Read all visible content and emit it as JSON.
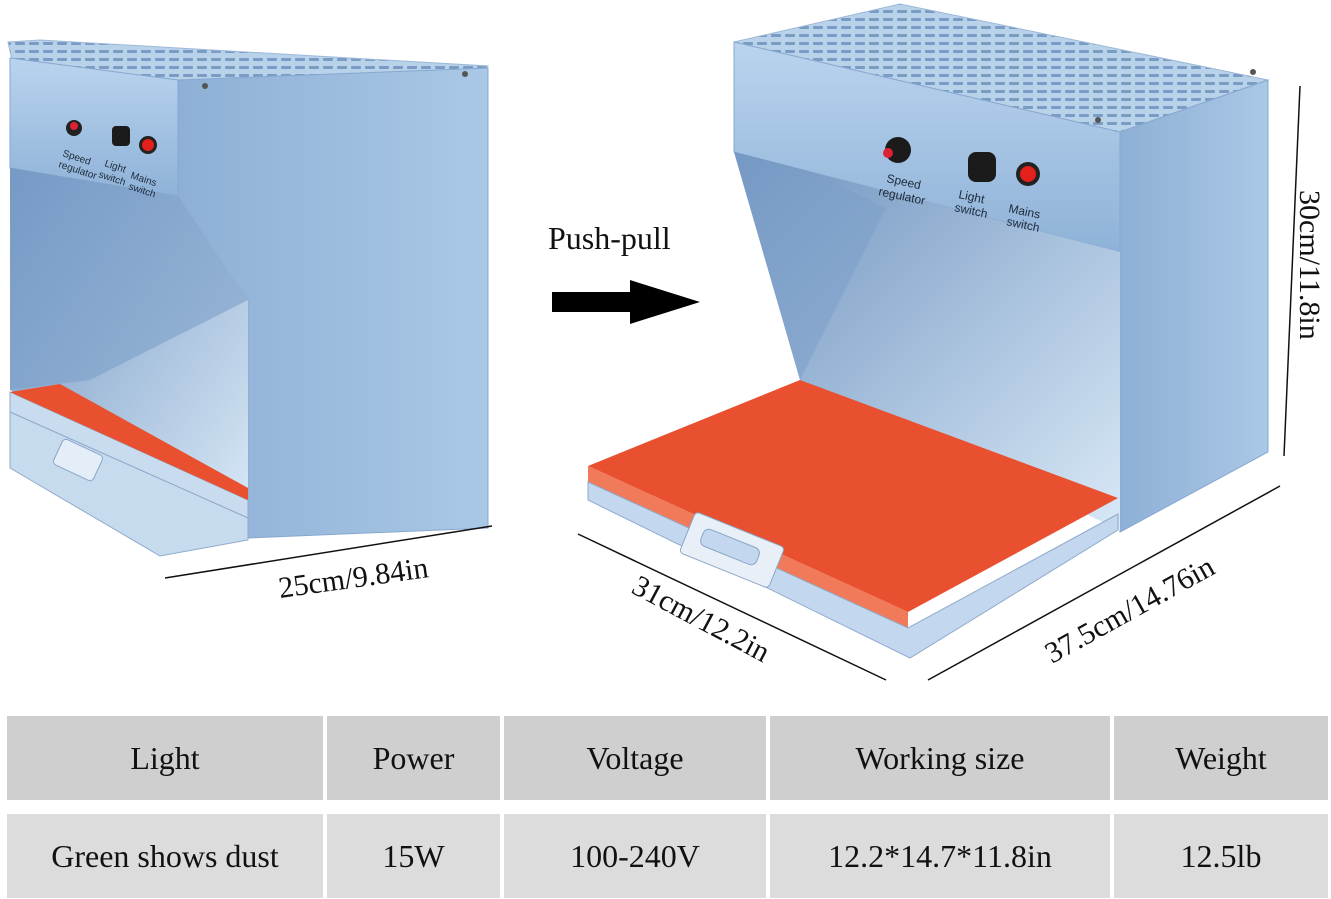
{
  "annotation": {
    "push_pull": "Push-pull",
    "width_left": "25cm/9.84in",
    "depth_right": "31cm/12.2in",
    "width_right": "37.5cm/14.76in",
    "height_right": "30cm/11.8in"
  },
  "panel_labels": {
    "speed_regulator_1": "Speed",
    "speed_regulator_2": "regulator",
    "light_switch_1": "Light",
    "light_switch_2": "switch",
    "mains_switch_1": "Mains",
    "mains_switch_2": "switch"
  },
  "specs": {
    "headers": [
      "Light",
      "Power",
      "Voltage",
      "Working size",
      "Weight"
    ],
    "values": [
      "Green shows dust",
      "15W",
      "100-240V",
      "12.2*14.7*11.8in",
      "12.5lb"
    ]
  },
  "colors": {
    "body_blue": "#a9c8e8",
    "body_blue_dark": "#8fb3da",
    "tray_red": "#e8502f",
    "table_header": "#cfcfcf",
    "table_body": "#dcdcdc"
  }
}
